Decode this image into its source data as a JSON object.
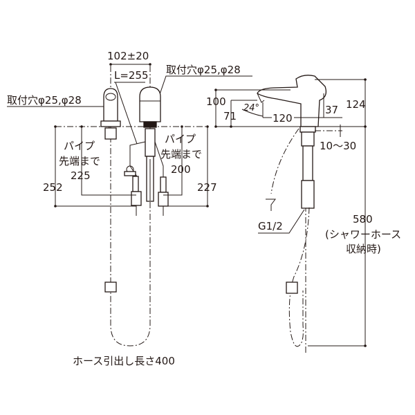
{
  "front_view": {
    "spacing_label": "102±20",
    "hose_length_label": "L=255",
    "mount_hole_right_label": "取付穴φ25,φ28",
    "mount_hole_left_label": "取付穴φ25,φ28",
    "pipe_left": {
      "line1": "パイプ",
      "line2": "先端まで",
      "value": "225"
    },
    "pipe_right": {
      "line1": "パイプ",
      "line2": "先端まで",
      "value": "200"
    },
    "dim_left": "252",
    "dim_right": "227",
    "hose_pullout_label": "ホース引出し長さ400"
  },
  "side_view": {
    "dim_100": "100",
    "dim_71": "71",
    "angle": "24°",
    "dim_120": "120",
    "dim_37": "37",
    "dim_124": "124",
    "counter_thickness": "10～30",
    "thread_label": "G1/2",
    "dim_580": "580",
    "note_line1": "(シャワーホース",
    "note_line2": "収納時)"
  }
}
